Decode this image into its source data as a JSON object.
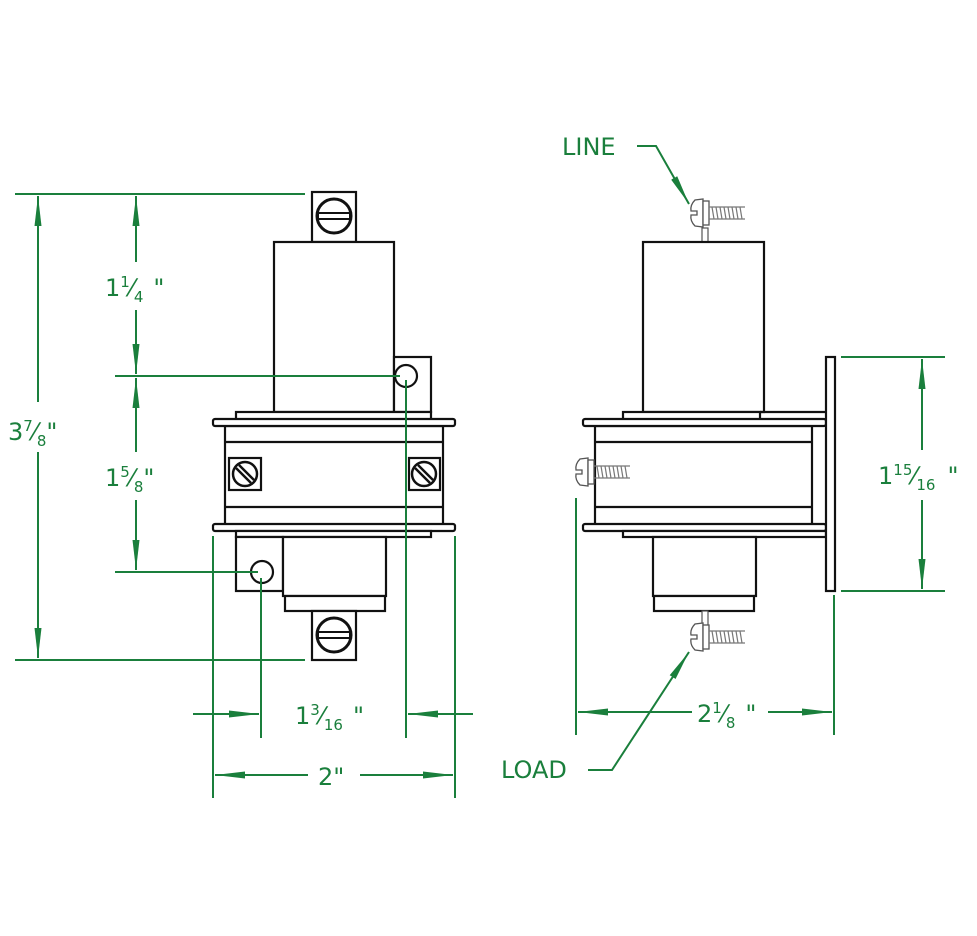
{
  "title": "Dimensional drawing – front and side views",
  "colors": {
    "dimension": "#1a7f3c",
    "outline": "#111111"
  },
  "labels": {
    "line": "LINE",
    "load": "LOAD"
  },
  "dimensions": {
    "overall_height": {
      "whole": "3",
      "num": "7",
      "den": "8",
      "unit": "\""
    },
    "top_to_upper_hole": {
      "whole": "1",
      "num": "1",
      "den": "4",
      "unit": "\""
    },
    "hole_to_hole_vertical": {
      "whole": "1",
      "num": "5",
      "den": "8",
      "unit": "\""
    },
    "hole_to_hole_horizontal": {
      "whole": "1",
      "num": "3",
      "den": "16",
      "unit": "\""
    },
    "flange_width": {
      "whole": "2",
      "unit": "\""
    },
    "bracket_height": {
      "whole": "1",
      "num": "15",
      "den": "16",
      "unit": "\""
    },
    "side_depth": {
      "whole": "2",
      "num": "1",
      "den": "8",
      "unit": "\""
    }
  }
}
